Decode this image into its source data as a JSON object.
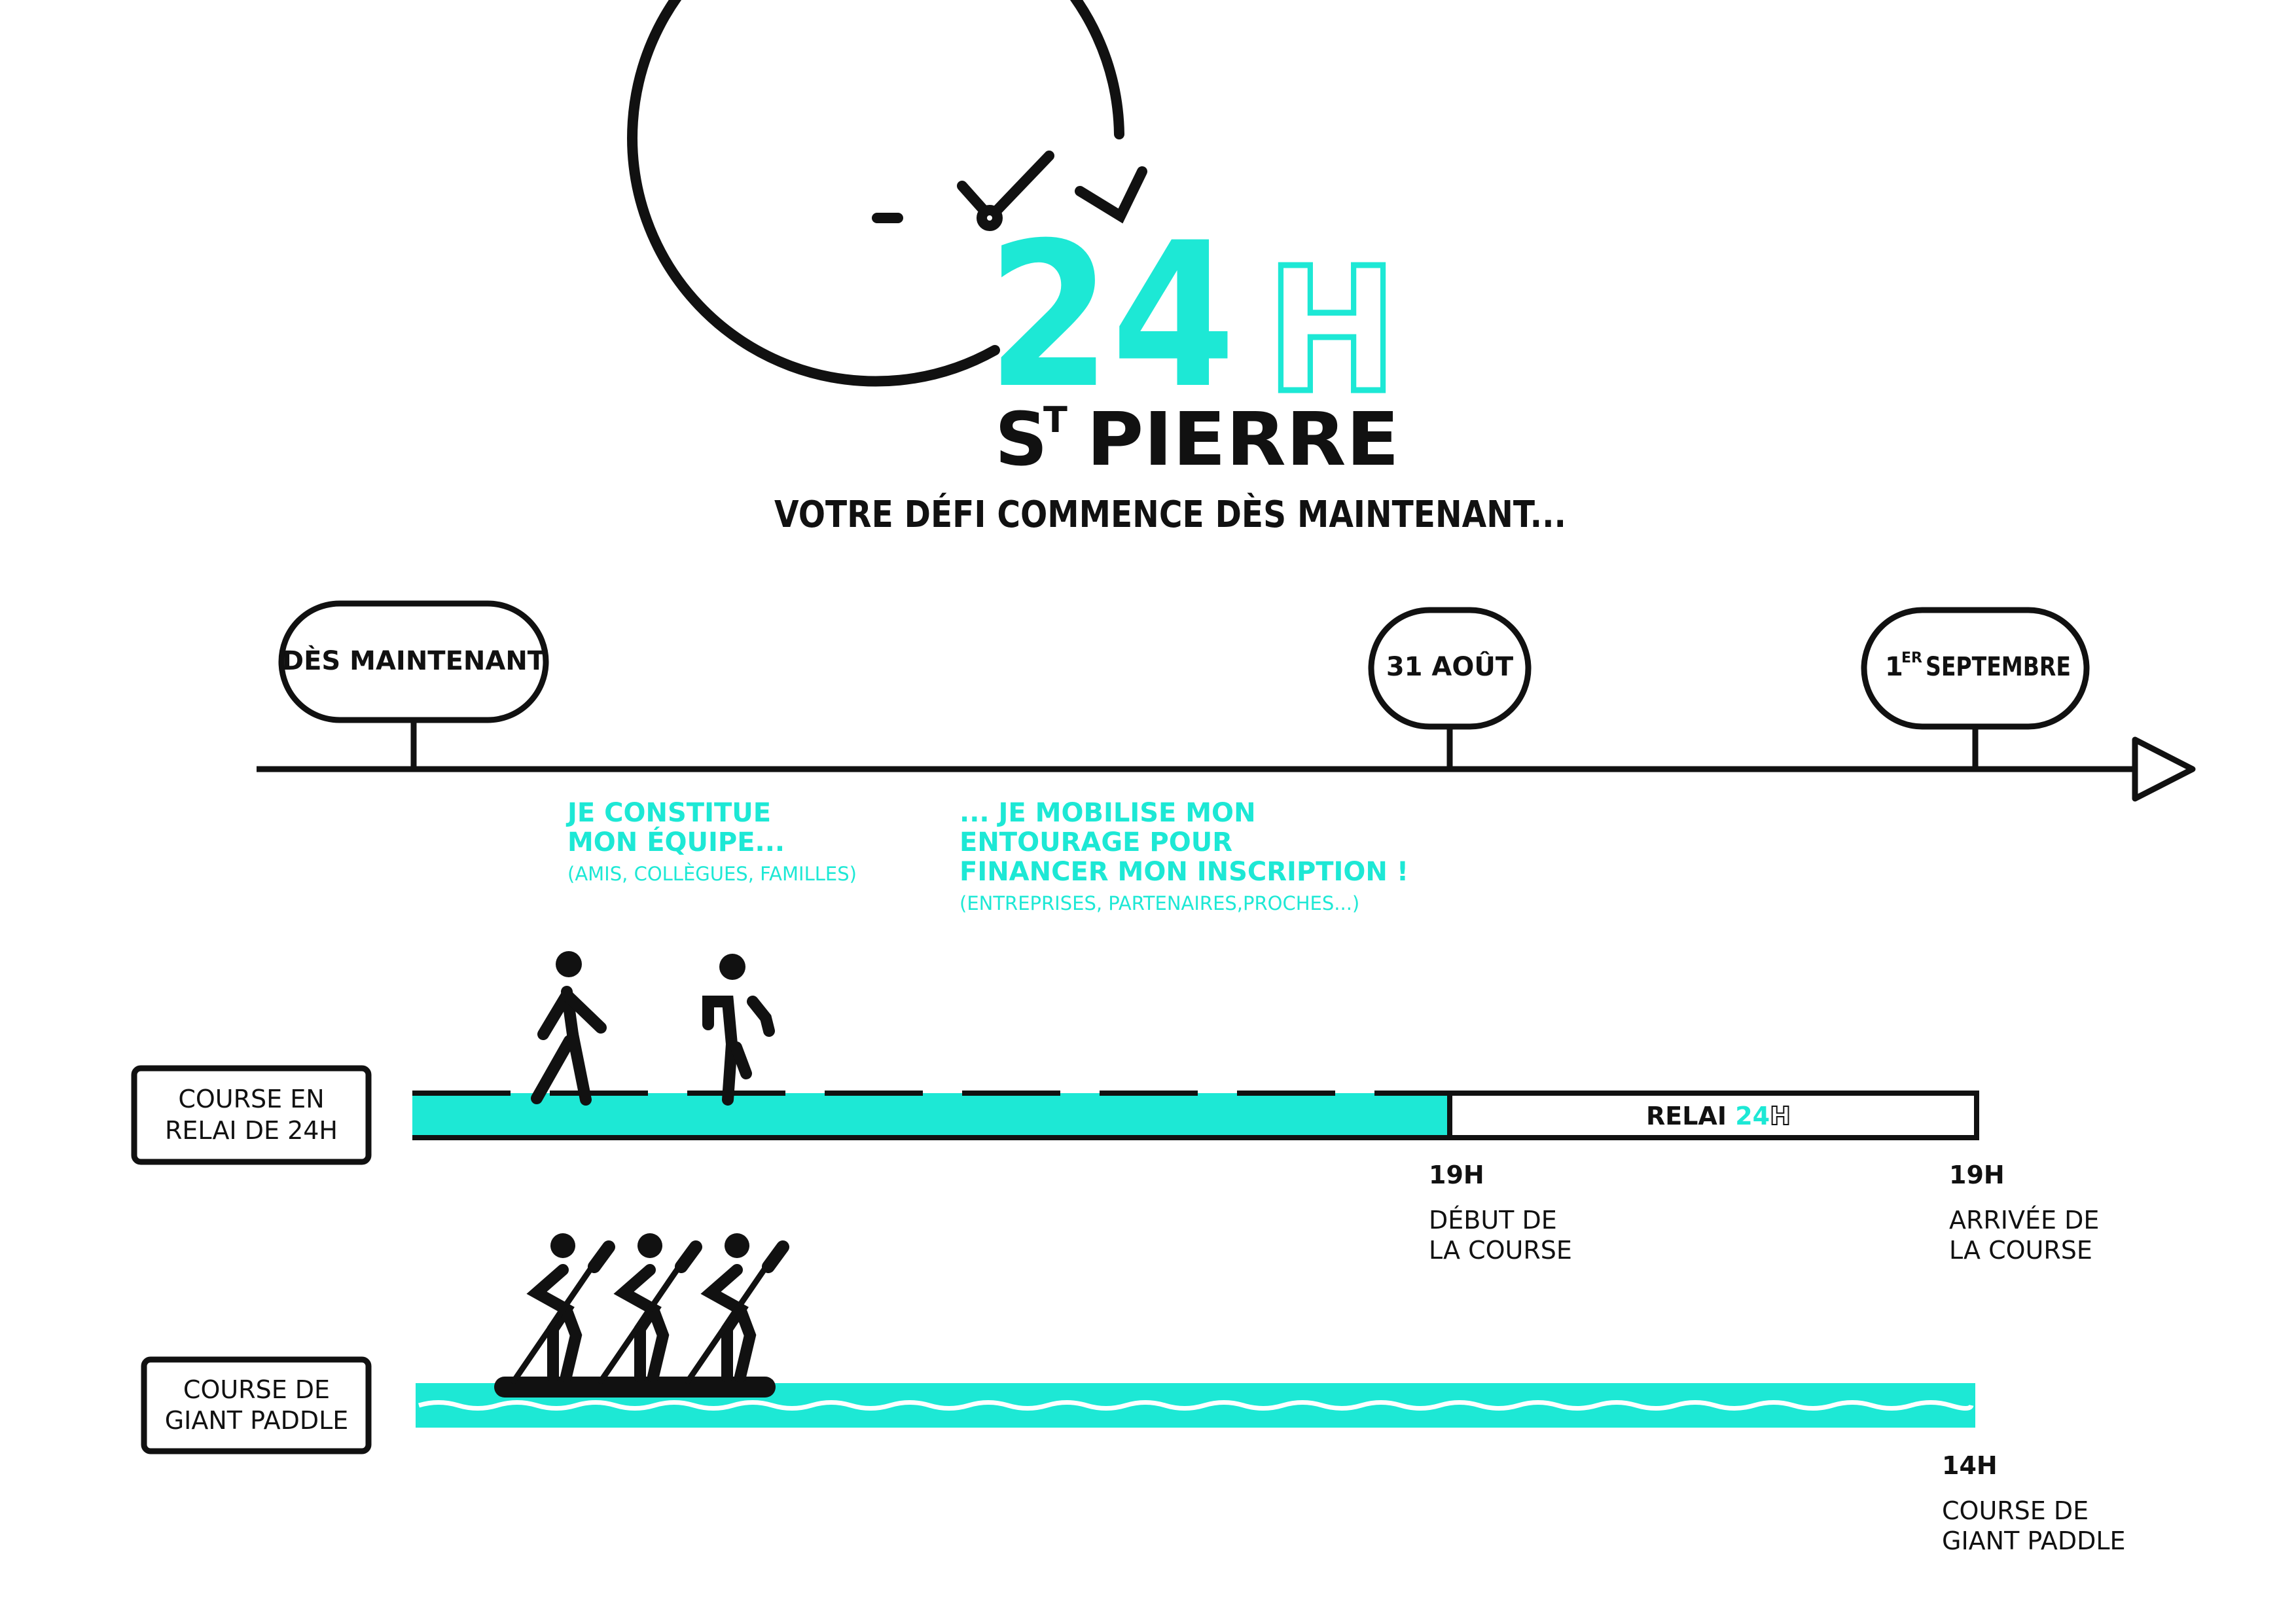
{
  "logo": {
    "big_number": "24",
    "big_letter": "H",
    "place_prefix": "S",
    "place_superscript": "T",
    "place_name": "PIERRE"
  },
  "tagline": "VOTRE DÉFI COMMENCE DÈS MAINTENANT...",
  "milestones": [
    {
      "label": "DÈS MAINTENANT"
    },
    {
      "label": "31 AOÛT"
    },
    {
      "prefix": "1",
      "superscript": "ER",
      "label": "SEPTEMBRE"
    }
  ],
  "phases": [
    {
      "title_lines": [
        "JE CONSTITUE",
        "MON ÉQUIPE..."
      ],
      "note": "(AMIS, COLLÈGUES, FAMILLES)"
    },
    {
      "title_lines": [
        "... JE MOBILISE MON",
        "ENTOURAGE POUR",
        "FINANCER MON INSCRIPTION !"
      ],
      "note": "(ENTREPRISES, PARTENAIRES,PROCHES...)"
    }
  ],
  "relay": {
    "label_lines": [
      "COURSE EN",
      "RELAI DE 24H"
    ],
    "bar_prefix": "RELAI ",
    "bar_number": "24",
    "bar_letter": "H",
    "events": [
      {
        "time": "19H",
        "lines": [
          "DÉBUT DE",
          "LA COURSE"
        ]
      },
      {
        "time": "19H",
        "lines": [
          "ARRIVÉE DE",
          "LA COURSE"
        ]
      }
    ]
  },
  "paddle": {
    "label_lines": [
      "COURSE DE",
      "GIANT PADDLE"
    ],
    "event": {
      "time": "14H",
      "lines": [
        "COURSE DE",
        "GIANT PADDLE"
      ]
    }
  },
  "colors": {
    "accent": "#1de8d5",
    "ink": "#111111",
    "background": "#ffffff"
  },
  "icons": [
    "clock-rotate-icon",
    "walker-icon",
    "runner-icon",
    "paddlers-icon",
    "timeline-arrow-icon"
  ]
}
